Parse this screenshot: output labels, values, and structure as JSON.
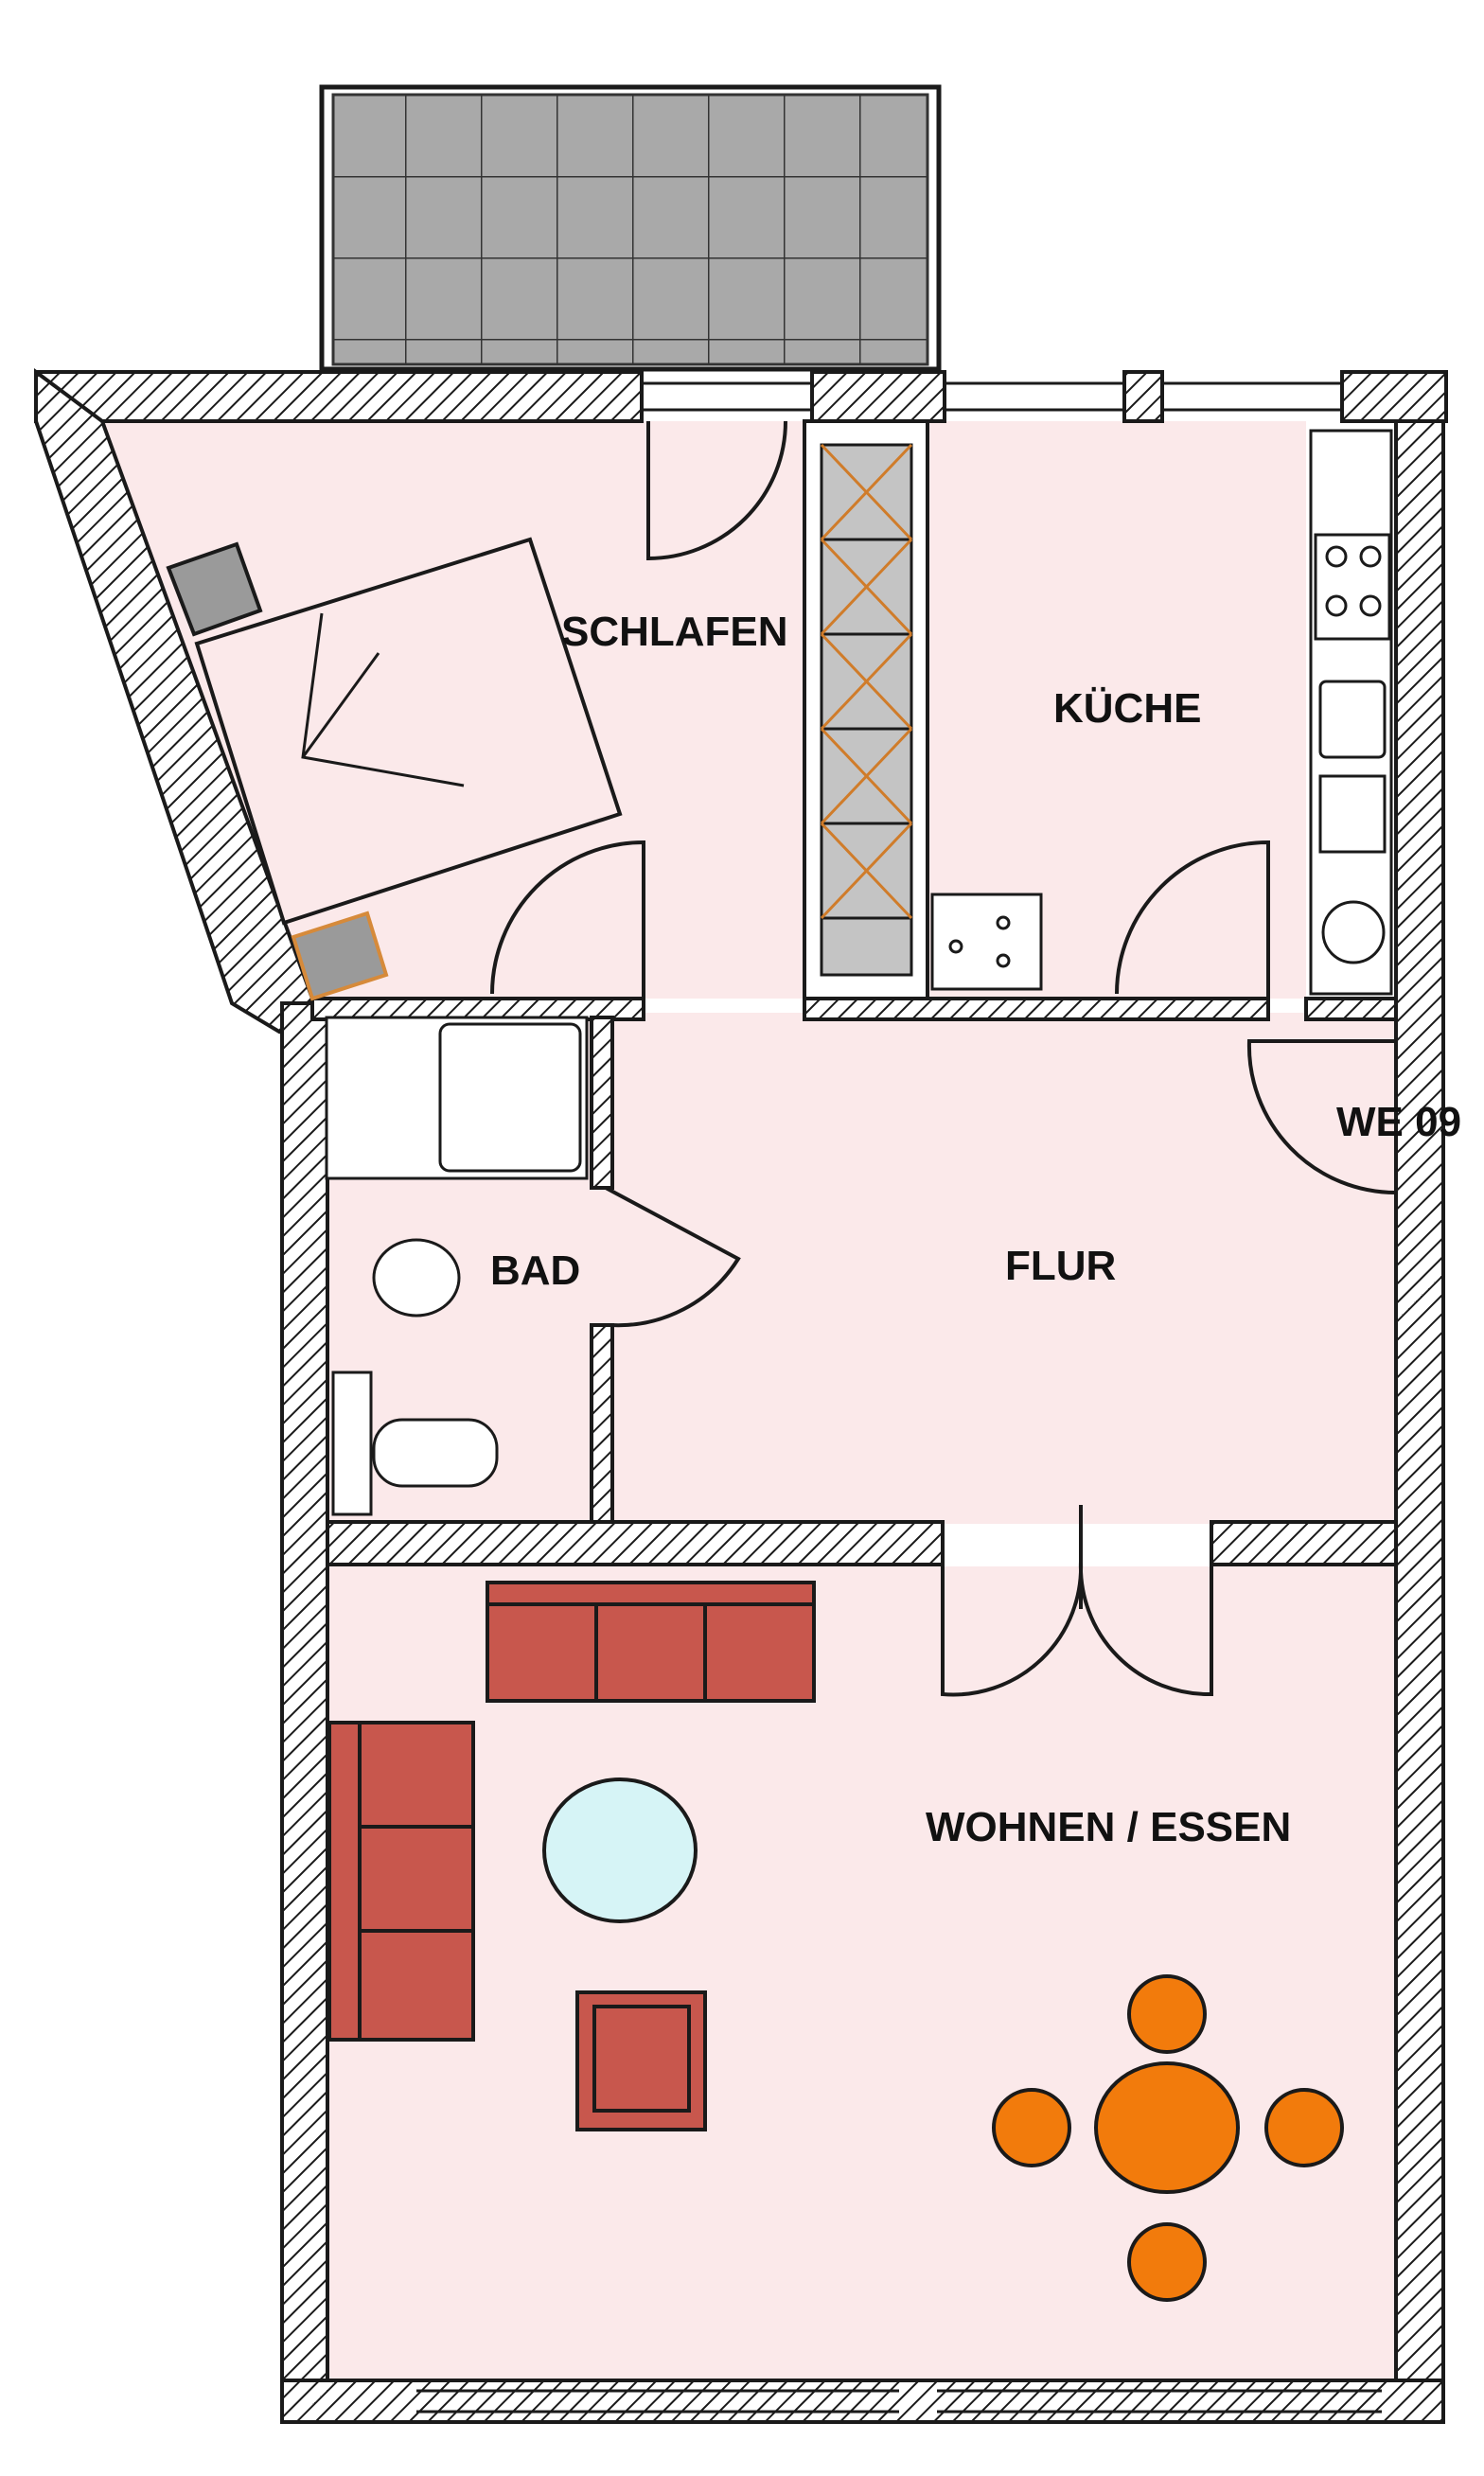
{
  "floorplan": {
    "unit_label": "WE 09",
    "rooms": {
      "schlafen": "SCHLAFEN",
      "kueche": "KÜCHE",
      "bad": "BAD",
      "flur": "FLUR",
      "wohnen_essen": "WOHNEN / ESSEN"
    }
  },
  "colors": {
    "floor": "#fbe9ea",
    "wall_line": "#1a1a1a",
    "balcony_tile": "#a9a9a9",
    "sofa": "#c8574d",
    "coffee_table": "#d6f4f6",
    "dining": "#f27b0c",
    "wardrobe": "#c4c4c4",
    "nightstand": "#9a9a9a"
  }
}
